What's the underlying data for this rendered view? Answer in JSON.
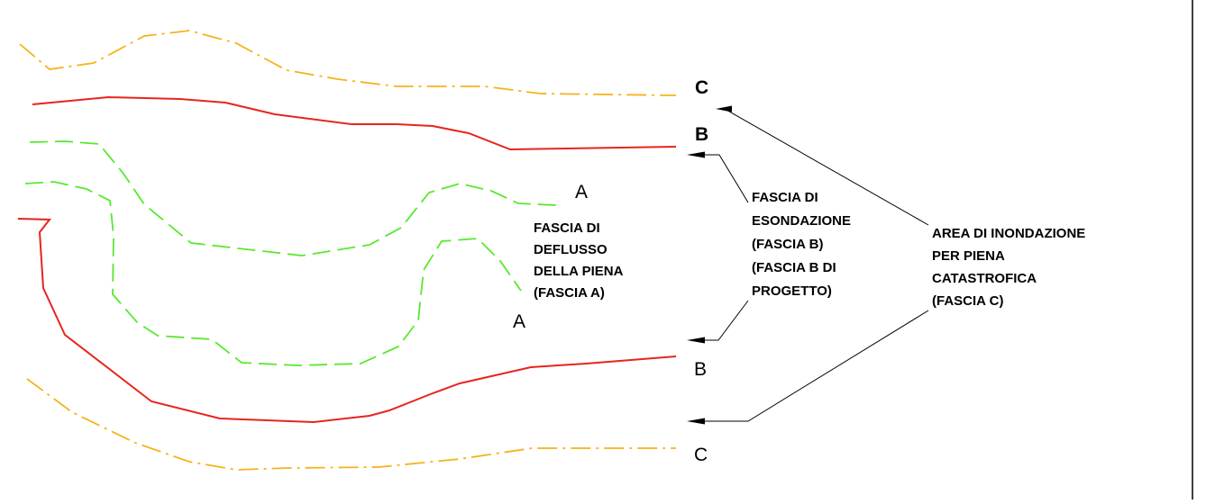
{
  "colors": {
    "fascia_a": "#57e92f",
    "fascia_b": "#e8241c",
    "fascia_c": "#f5b31b",
    "annotation": "#000000",
    "background": "#ffffff"
  },
  "boundary_labels": {
    "c_top": "C",
    "b_top": "B",
    "a_top": "A",
    "a_bottom": "A",
    "b_bottom": "B",
    "c_bottom": "C"
  },
  "descriptions": {
    "fascia_a": [
      "FASCIA DI",
      "DEFLUSSO",
      "DELLA PIENA",
      "(FASCIA A)"
    ],
    "fascia_b": [
      "FASCIA DI",
      "ESONDAZIONE",
      "(FASCIA B)",
      "(FASCIA B DI",
      "PROGETTO)"
    ],
    "fascia_c": [
      "AREA DI INONDAZIONE",
      "PER PIENA",
      "CATASTROFICA",
      "(FASCIA C)"
    ]
  }
}
